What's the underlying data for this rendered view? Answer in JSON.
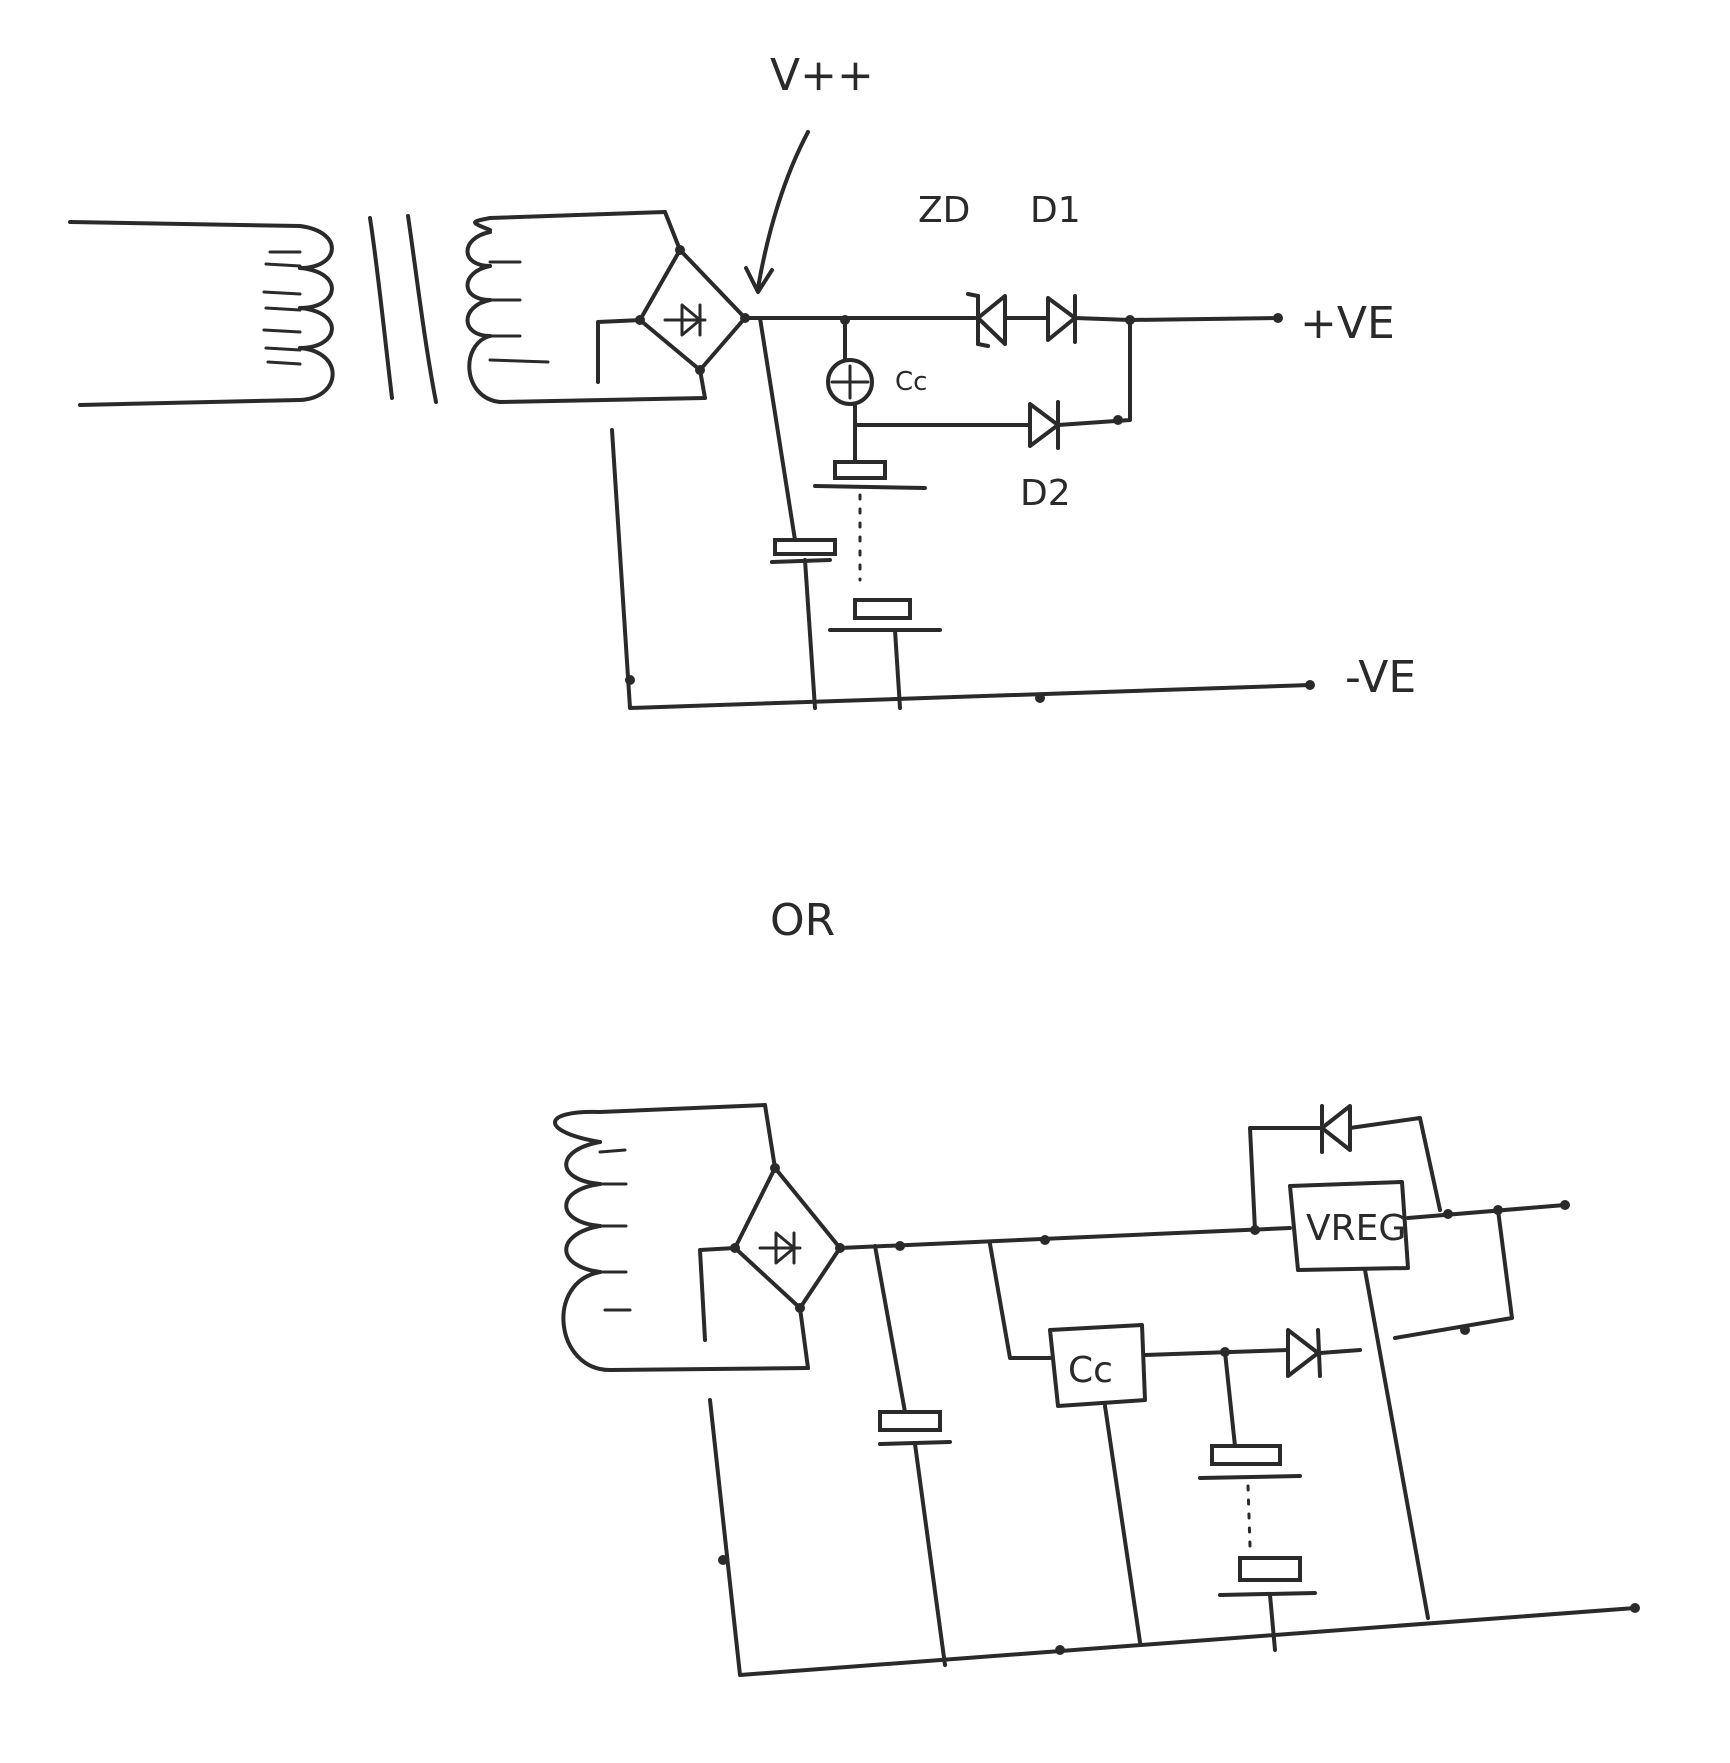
{
  "diagram": {
    "circuit_top": {
      "label_vpp": "V++",
      "label_zd": "ZD",
      "label_d1": "D1",
      "label_d2": "D2",
      "label_cc": "Cc",
      "label_pos_out": "+VE",
      "label_neg_out": "-VE"
    },
    "separator": {
      "label": "OR"
    },
    "circuit_bottom": {
      "label_vreg": "VREG",
      "label_cc_box": "Cc"
    }
  }
}
